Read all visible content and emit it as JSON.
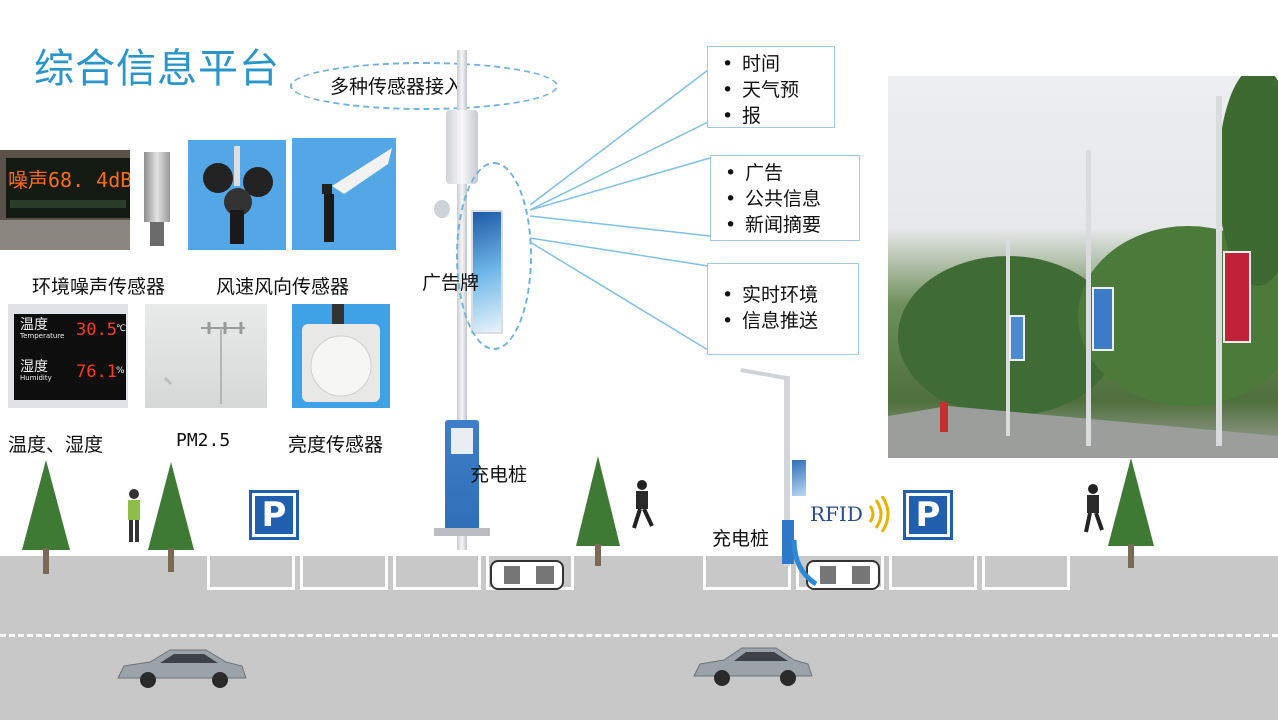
{
  "title": "综合信息平台",
  "sensor_label": "多种传感器接入",
  "captions": {
    "noise": "环境噪声传感器",
    "wind": "风速风向传感器",
    "temp_humidity": "温度、湿度",
    "pm25": "PM2.5",
    "brightness": "亮度传感器",
    "billboard": "广告牌",
    "charging_pole": "充电桩",
    "charging_pole2": "充电桩"
  },
  "noise_display": {
    "label": "噪声",
    "value": "68. 4dB"
  },
  "temp_display": {
    "temp_label": "温度",
    "temp_sub": "Temperature",
    "temp_value": "30.5",
    "temp_unit": "℃",
    "hum_label": "湿度",
    "hum_sub": "Humidity",
    "hum_value": "76.1",
    "hum_unit": "%"
  },
  "callouts": [
    {
      "items": [
        "时间",
        "天气预",
        "报"
      ]
    },
    {
      "items": [
        "广告",
        "公共信息",
        "新闻摘要"
      ]
    },
    {
      "items": [
        "实时环境",
        "信息推送"
      ]
    }
  ],
  "rfid_label": "RFID",
  "parking_sign": "P",
  "colors": {
    "accent": "#2a95c9",
    "parking_blue": "#1f5fae",
    "road": "#c8c8c8",
    "tree": "#3f7a34"
  }
}
